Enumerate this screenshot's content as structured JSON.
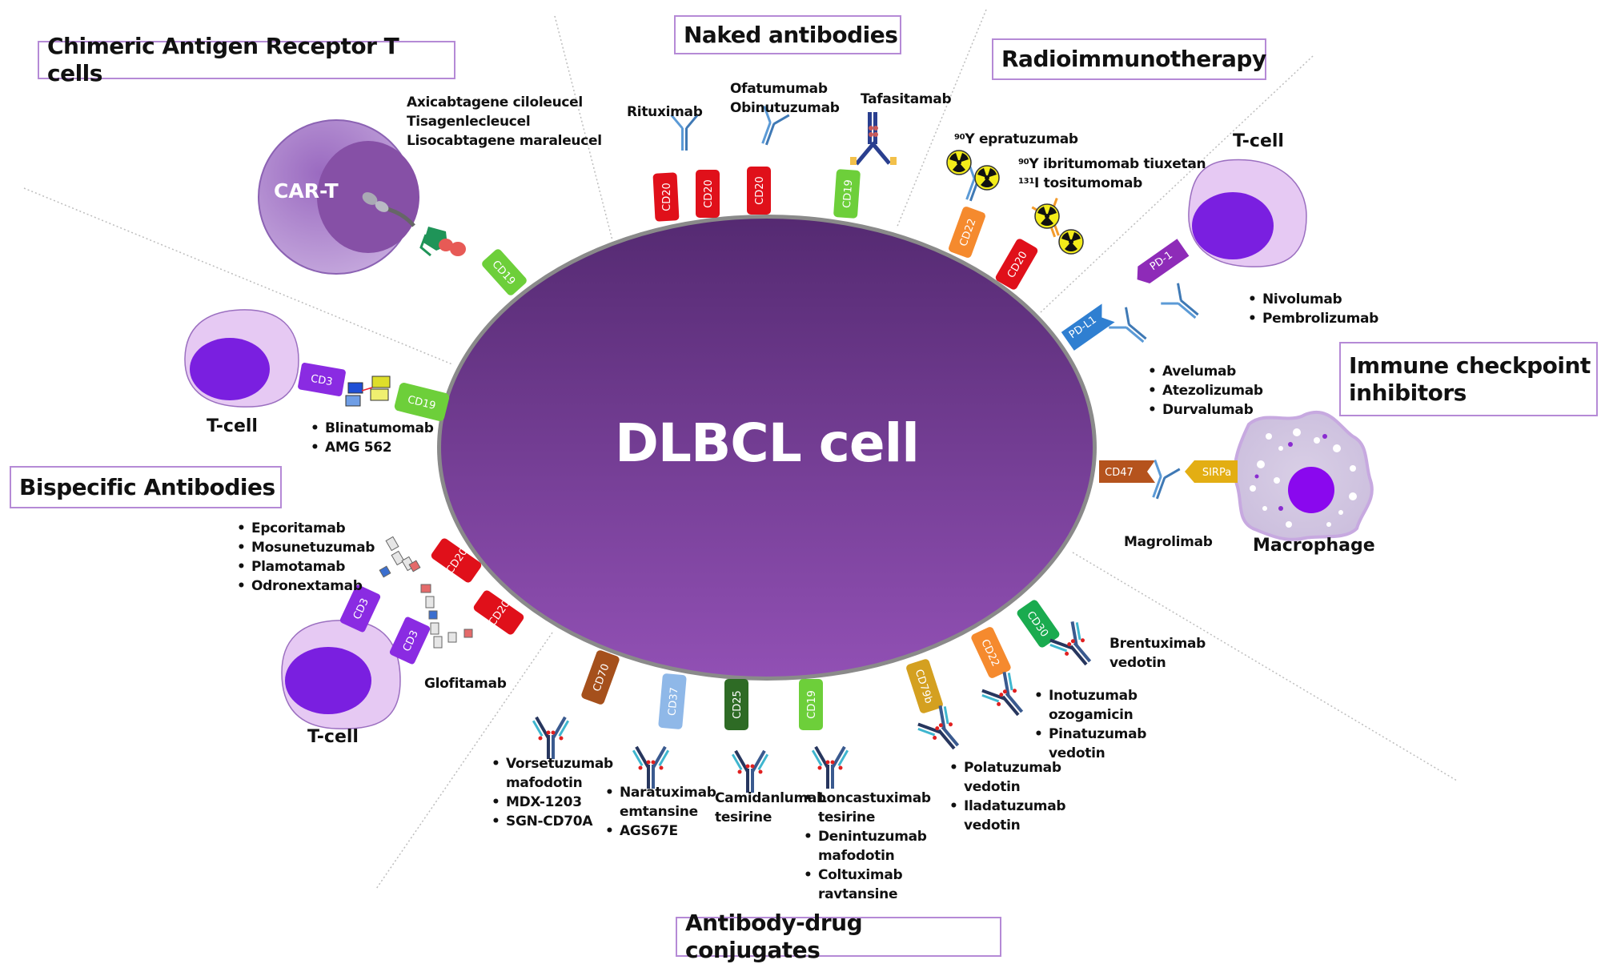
{
  "center_cell": {
    "label": "DLBCL cell",
    "color_top": "#5a2d78",
    "color_bottom": "#8e4fb0"
  },
  "categories": {
    "car_t": "Chimeric Antigen Receptor T cells",
    "naked": "Naked antibodies",
    "radio": "Radioimmunotherapy",
    "checkpoint_line1": "Immune checkpoint",
    "checkpoint_line2": "inhibitors",
    "bispecific": "Bispecific Antibodies",
    "adc": "Antibody-drug conjugates"
  },
  "cells": {
    "car_t_label": "CAR-T",
    "tcell_label": "T-cell",
    "macrophage_label": "Macrophage"
  },
  "car_t_drugs": [
    "Axicabtagene ciloleucel",
    "Tisagenlecleucel",
    "Lisocabtagene maraleucel"
  ],
  "naked_antibodies": {
    "rituximab": "Rituximab",
    "ofatumumab": "Ofatumumab",
    "obinutuzumab": "Obinutuzumab",
    "tafasitamab": "Tafasitamab"
  },
  "radio_drugs": {
    "epratuzumab_iso": "90",
    "epratuzumab": "Y epratuzumab",
    "ibritumomab_iso": "90",
    "ibritumomab": "Y ibritumomab tiuxetan",
    "tositumomab_iso": "131",
    "tositumomab": "I tositumomab"
  },
  "checkpoint_drugs": {
    "pd1": [
      "Nivolumab",
      "Pembrolizumab"
    ],
    "pdl1": [
      "Avelumab",
      "Atezolizumab",
      "Durvalumab"
    ],
    "cd47": "Magrolimab"
  },
  "bispecific_drugs": {
    "cd19": [
      "Blinatumomab",
      "AMG 562"
    ],
    "cd20": [
      "Epcoritamab",
      "Mosunetuzumab",
      "Plamotamab",
      "Odronextamab"
    ],
    "glofitamab": "Glofitamab"
  },
  "adc_drugs": {
    "cd70": [
      [
        "Vorsetuzumab",
        "mafodotin"
      ],
      [
        "MDX-1203"
      ],
      [
        "SGN-CD70A"
      ]
    ],
    "cd37": [
      [
        "Naratuximab",
        "emtansine"
      ],
      [
        "AGS67E"
      ]
    ],
    "cd25": [
      "Camidanlumab",
      "tesirine"
    ],
    "cd19": [
      [
        "Loncastuximab",
        "tesirine"
      ],
      [
        "Denintuzumab",
        "mafodotin"
      ],
      [
        "Coltuximab",
        "ravtansine"
      ]
    ],
    "cd79b": [
      [
        "Polatuzumab",
        "vedotin"
      ],
      [
        "Iladatuzumab",
        "vedotin"
      ]
    ],
    "cd22": [
      [
        "Inotuzumab",
        "ozogamicin"
      ],
      [
        "Pinatuzumab",
        "vedotin"
      ]
    ],
    "cd30": [
      "Brentuximab",
      "vedotin"
    ]
  },
  "receptors": {
    "cd19": "CD19",
    "cd20": "CD20",
    "cd22": "CD22",
    "cd3": "CD3",
    "cd30": "CD30",
    "cd70": "CD70",
    "cd37": "CD37",
    "cd25": "CD25",
    "cd79b": "CD79b",
    "cd47": "CD47",
    "pd1": "PD-1",
    "pdl1": "PD-L1",
    "sirpa": "SIRPa"
  },
  "colors": {
    "box_border": "#b58ad6",
    "cd20": "#e0101a",
    "cd19": "#6dcf3a",
    "cd22": "#f58a2e",
    "cd3": "#8a2be2",
    "cd30": "#1aab4f",
    "cd70": "#a5501c",
    "cd37": "#8fb8e8",
    "cd25": "#2e6b25",
    "cd79b": "#d4a020",
    "cd47": "#b5531d",
    "pd1": "#8e2bb8",
    "pdl1": "#2f7fd1",
    "sirpa": "#e3ae13"
  }
}
